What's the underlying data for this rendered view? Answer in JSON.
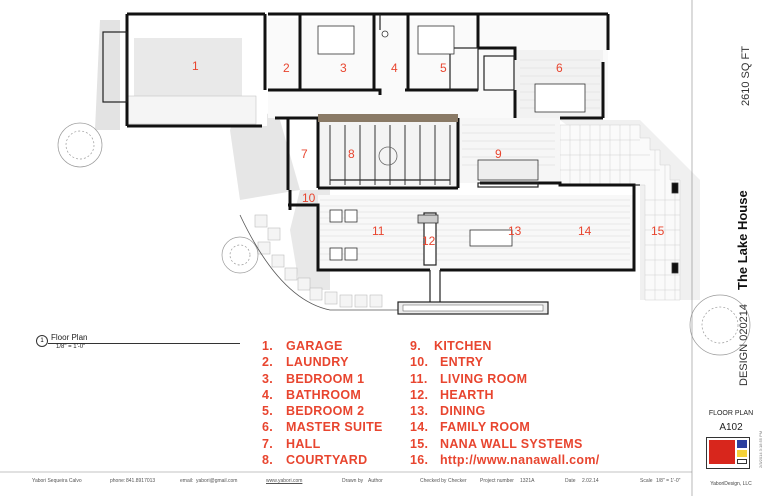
{
  "plan": {
    "room_numbers": [
      "1",
      "2",
      "3",
      "4",
      "5",
      "6",
      "7",
      "8",
      "9",
      "10",
      "11",
      "12",
      "13",
      "14",
      "15"
    ]
  },
  "legend": [
    {
      "num": "1.",
      "label": "GARAGE"
    },
    {
      "num": "2.",
      "label": "LAUNDRY"
    },
    {
      "num": "3.",
      "label": "BEDROOM 1"
    },
    {
      "num": "4.",
      "label": "BATHROOM"
    },
    {
      "num": "5.",
      "label": "BEDROOM 2"
    },
    {
      "num": "6.",
      "label": "MASTER SUITE"
    },
    {
      "num": "7.",
      "label": "HALL"
    },
    {
      "num": "8.",
      "label": "COURTYARD"
    },
    {
      "num": "9.",
      "label": "KITCHEN"
    },
    {
      "num": "10.",
      "label": "ENTRY"
    },
    {
      "num": "11.",
      "label": "LIVING ROOM"
    },
    {
      "num": "12.",
      "label": "HEARTH"
    },
    {
      "num": "13.",
      "label": "DINING"
    },
    {
      "num": "14.",
      "label": "FAMILY ROOM"
    },
    {
      "num": "15.",
      "label": "NANA WALL SYSTEMS"
    },
    {
      "num": "16.",
      "label": "http://www.nanawall.com/"
    }
  ],
  "view": {
    "marker": "1",
    "title": "Floor Plan",
    "scale": "1/8\" = 1'-0\""
  },
  "title_block": {
    "area": "2610 SQ FT",
    "project": "The Lake House",
    "design": "DESIGN 020214",
    "sheet_name": "FLOOR PLAN",
    "sheet_number": "A102",
    "company": "YaboriDesign, LLC",
    "datestamp": "2/3/2014 3:18:55 PM"
  },
  "footer": {
    "designer": "Yabori Sequeira Calvo",
    "phone_label": "phone:",
    "phone": "841.8917013",
    "email_label": "email:",
    "email": "yabori@gmail.com",
    "website": "www.yabori.com",
    "drawn_label": "Drawn by",
    "drawn": "Author",
    "checked_label": "Checked by",
    "checked": "Checker",
    "project_label": "Project number",
    "project_number": "1321A",
    "date_label": "Date",
    "date": "2.02.14",
    "scale_label": "Scale",
    "scale": "1/8\" = 1'-0\""
  },
  "colors": {
    "accent": "#e8452f",
    "wall": "#111111",
    "shadow": "#d9d9d9",
    "counter": "#8a7a66"
  }
}
